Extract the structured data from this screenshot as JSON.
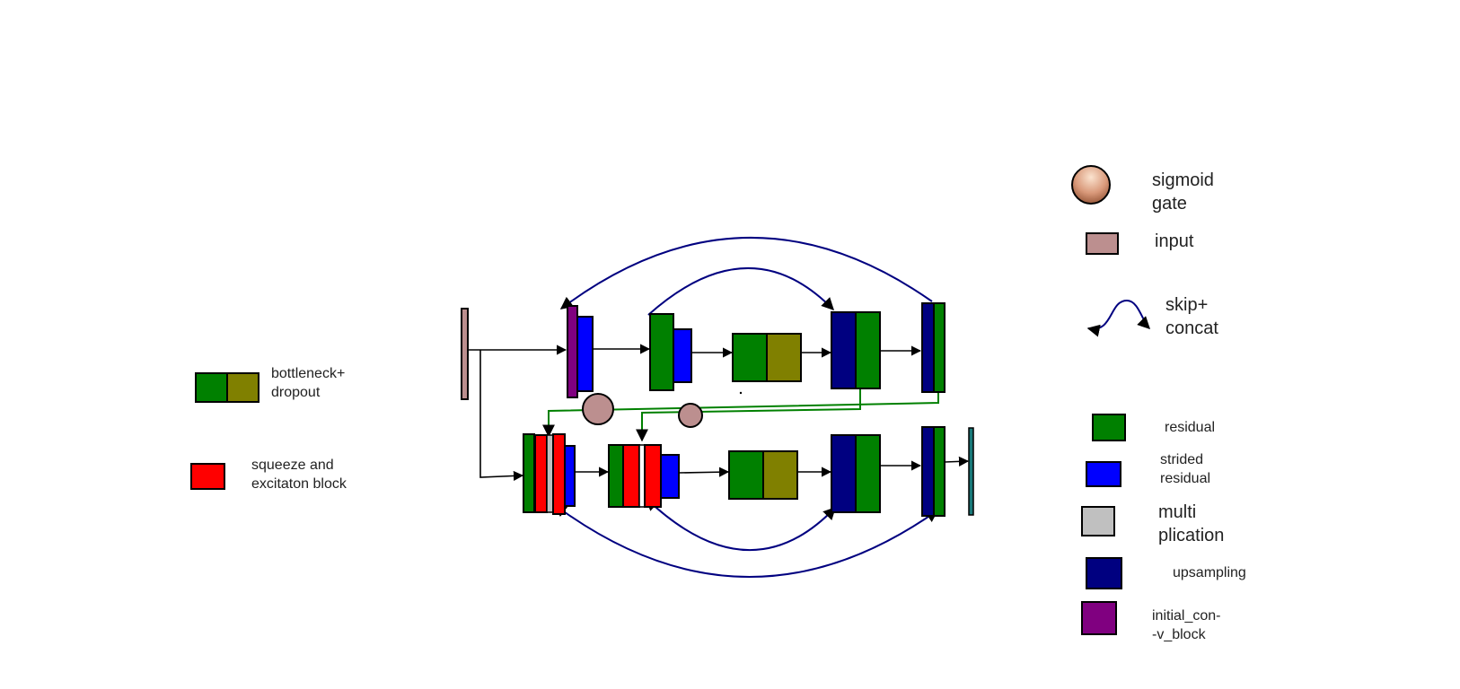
{
  "legend_left": {
    "bottleneck_dropout": [
      "bottleneck+",
      "dropout"
    ],
    "squeeze_excitation": [
      "squeeze and",
      "excitaton block"
    ]
  },
  "legend_right": {
    "sigmoid_gate": [
      "sigmoid",
      "gate"
    ],
    "input": [
      "input"
    ],
    "skip_concat": [
      "skip+",
      "concat"
    ],
    "residual": [
      "residual"
    ],
    "strided_residual": [
      "strided",
      "residual"
    ],
    "multiplication": [
      "multi",
      "plication"
    ],
    "upsampling": [
      "upsampling"
    ],
    "initial_conv_block": [
      "initial_con-",
      "-v_block"
    ]
  },
  "colors": {
    "green": "#008000",
    "olive": "#808000",
    "red": "#ff0000",
    "blue": "#0000ff",
    "navy": "#000080",
    "purple": "#800080",
    "input": "#bc8f8f",
    "gray": "#c0c0c0",
    "teal": "#1a7a7a",
    "skip_line": "#000080",
    "gate_line": "#008000",
    "arrow": "#000000"
  }
}
